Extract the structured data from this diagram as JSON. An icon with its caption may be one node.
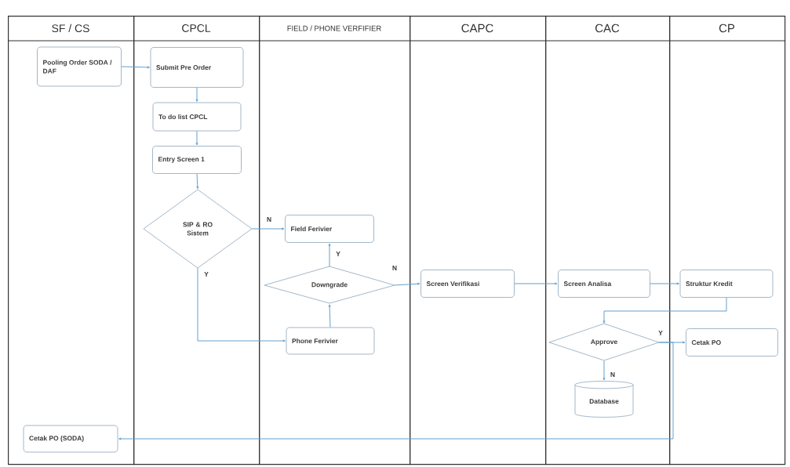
{
  "diagram": {
    "nodes": [
      {
        "text": [
          "SF / CS"
        ]
      },
      {
        "text": [
          "CPCL"
        ]
      },
      {
        "text": [
          "FIELD / PHONE VERFIFIER"
        ]
      },
      {
        "text": [
          "CAPC"
        ]
      },
      {
        "text": [
          "CAC"
        ]
      },
      {
        "text": [
          "CP"
        ]
      },
      {
        "text": [
          "Pooling Order SODA / DAF"
        ],
        "in": 0
      },
      {
        "text": [
          "Submit Pre Order"
        ],
        "in": 1
      },
      {
        "text": [
          "To do list CPCL"
        ],
        "in": 1
      },
      {
        "text": [
          "Entry Screen 1"
        ],
        "in": 1
      },
      {
        "text": [
          "SIP & RO Sistem"
        ],
        "in": 1
      },
      {
        "text": [
          "Field Ferivier"
        ],
        "in": 2
      },
      {
        "text": [
          "Downgrade"
        ],
        "in": 2
      },
      {
        "text": [
          "Phone Ferivier"
        ],
        "in": 2
      },
      {
        "text": [
          "Screen Verifikasi"
        ],
        "in": 3
      },
      {
        "text": [
          "Screen Analisa"
        ],
        "in": 4
      },
      {
        "text": [
          "Struktur Kredit"
        ],
        "in": 5
      },
      {
        "text": [
          "Approve"
        ],
        "in": 4
      },
      {
        "text": [
          "Cetak PO"
        ],
        "in": 5
      },
      {
        "text": [
          "Database"
        ],
        "in": 4
      },
      {
        "text": [
          "Cetak PO (SODA)"
        ],
        "in": 0
      }
    ],
    "edges": [
      {
        "from": 6,
        "to": 7,
        "arrow": "to"
      },
      {
        "from": 7,
        "to": 8,
        "arrow": "to"
      },
      {
        "from": 8,
        "to": 9,
        "arrow": "to"
      },
      {
        "from": 9,
        "to": 10,
        "arrow": "to"
      },
      {
        "from": 10,
        "to": 11,
        "arrow": "to",
        "label": "N"
      },
      {
        "from": 10,
        "to": 13,
        "arrow": "to",
        "label": "Y"
      },
      {
        "from": 13,
        "to": 12,
        "arrow": "to"
      },
      {
        "from": 12,
        "to": 11,
        "arrow": "to",
        "label": "Y"
      },
      {
        "from": 12,
        "to": 14,
        "arrow": "to",
        "label": "N"
      },
      {
        "from": 14,
        "to": 15,
        "arrow": "to"
      },
      {
        "from": 15,
        "to": 16,
        "arrow": "to"
      },
      {
        "from": 16,
        "to": 17,
        "arrow": "to"
      },
      {
        "from": 17,
        "to": 18,
        "arrow": "to",
        "label": "Y"
      },
      {
        "from": 17,
        "to": 19,
        "arrow": "to",
        "label": "N"
      },
      {
        "from": 17,
        "to": 20,
        "arrow": "to"
      }
    ]
  }
}
